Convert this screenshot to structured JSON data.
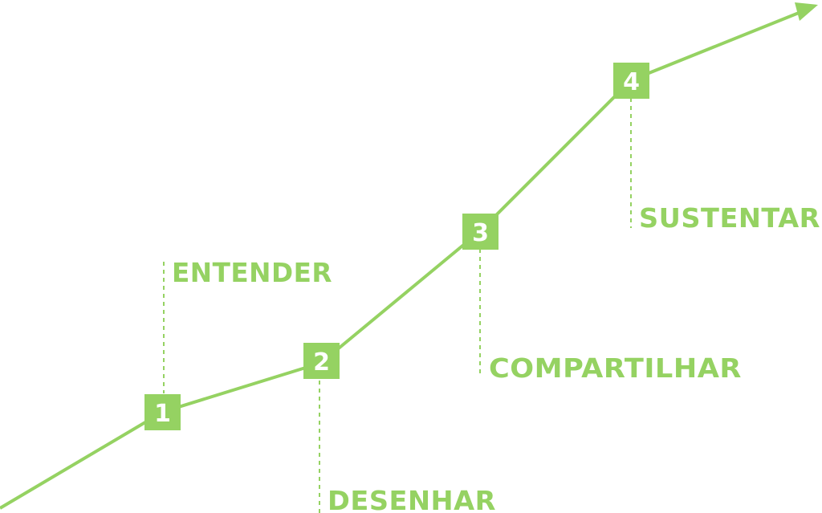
{
  "accent_color": "#95d262",
  "background_color": "#ffffff",
  "steps": [
    {
      "number": "1",
      "label": "ENTENDER"
    },
    {
      "number": "2",
      "label": "DESENHAR"
    },
    {
      "number": "3",
      "label": "COMPARTILHAR"
    },
    {
      "number": "4",
      "label": "SUSTENTAR"
    }
  ]
}
